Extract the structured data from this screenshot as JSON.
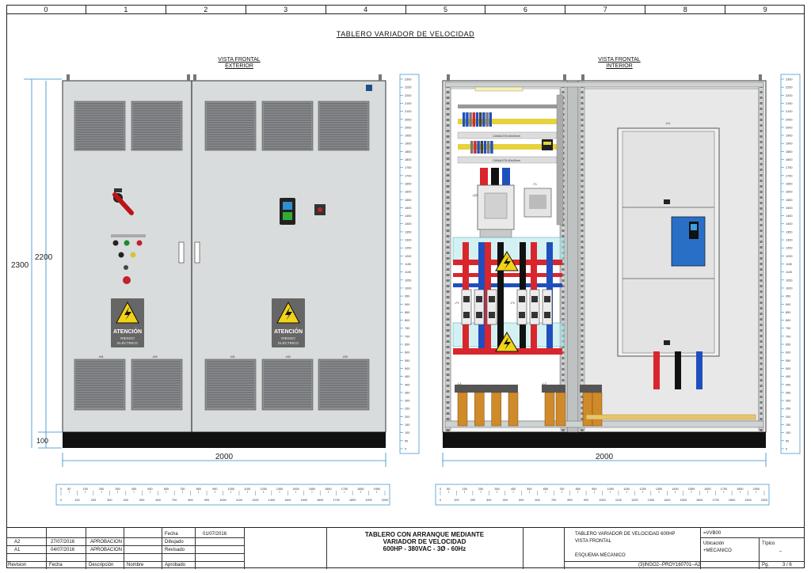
{
  "sheet": {
    "columns": [
      "0",
      "1",
      "2",
      "3",
      "4",
      "5",
      "6",
      "7",
      "8",
      "9"
    ],
    "main_title": "TABLERO  VARIADOR  DE  VELOCIDAD",
    "left_view": {
      "line1": "VISTA  FRONTAL",
      "line2": "EXTERIOR"
    },
    "right_view": {
      "line1": "VISTA  FRONTAL",
      "line2": "INTERIOR"
    }
  },
  "dimensions": {
    "overall_height": "2300",
    "body_height": "2200",
    "plinth_height": "100",
    "width_left": "2000",
    "width_right": "2000",
    "vscale_labels": [
      "0",
      "50",
      "100",
      "150",
      "200",
      "250",
      "300",
      "350",
      "400",
      "450",
      "500",
      "550",
      "600",
      "650",
      "700",
      "750",
      "800",
      "850",
      "900",
      "950",
      "1000",
      "1050",
      "1100",
      "1150",
      "1200",
      "1250",
      "1300",
      "1350",
      "1400",
      "1450",
      "1500",
      "1550",
      "1600",
      "1650",
      "1700",
      "1750",
      "1800",
      "1850",
      "1900",
      "1950",
      "2000",
      "2050",
      "2100",
      "2150",
      "2200",
      "2250",
      "2300"
    ],
    "hscale_top": [
      "0",
      "50",
      "150",
      "250",
      "350",
      "450",
      "550",
      "650",
      "750",
      "850",
      "950",
      "1050",
      "1150",
      "1250",
      "1350",
      "1450",
      "1550",
      "1650",
      "1750",
      "1850",
      "1950"
    ],
    "hscale_bottom": [
      "100",
      "200",
      "300",
      "400",
      "500",
      "600",
      "700",
      "800",
      "900",
      "1000",
      "1100",
      "1200",
      "1300",
      "1400",
      "1500",
      "1600",
      "1700",
      "1800",
      "1900",
      "2000"
    ]
  },
  "exterior": {
    "warning_line1": "ATENCIÓN",
    "warning_line2": "RIESGO",
    "warning_line3": "ELÉCTRICO",
    "grille_tags": [
      "-M1",
      "-M2",
      "-M1",
      "-M2",
      "-M3"
    ]
  },
  "interior": {
    "channel_label": "CANALETA  60x40mm",
    "tags": {
      "breaker": "-Q0",
      "transformer": "-T1",
      "vfd": "-U1",
      "fuses_left": "-F1",
      "fuses_right": "-F2",
      "reactor_left": "-L1",
      "reactor_right": "-L2"
    }
  },
  "titleblock": {
    "rev_rows": [
      {
        "rev": "A2",
        "date": "27/07/2016",
        "desc": "APROBACION"
      },
      {
        "rev": "A1",
        "date": "04/07/2016",
        "desc": "APROBACION"
      }
    ],
    "headers": {
      "rev": "Revision",
      "date": "Fecha",
      "desc": "Descripción",
      "name": "Nombre"
    },
    "labels": {
      "fecha": "Fecha",
      "dibujado": "Dibujado",
      "revisado": "Revisado",
      "aprobado": "Aprobado"
    },
    "fecha_value": "01/07/2016",
    "center_title": [
      "TABLERO CON ARRANQUE MEDIANTE",
      "VARIADOR DE VELOCIDAD",
      "600HP  -  380VAC - 3Ø  - 60Hz"
    ],
    "desc_lines": [
      "TABLERO  VARIADOR  DE  VELOCIDAD  600HP",
      "VISTA  FRONTAL",
      "",
      "ESQUEMA  MECÁNICO"
    ],
    "doc_code": "(3)INGO2--PROY160701--A2",
    "right": {
      "code": "=VVB00",
      "ubicacion_label": "Ubicación",
      "ubicacion_value": "+MECANICO",
      "tipico_label": "Típico",
      "tipico_value": "–",
      "pg_label": "Pg.",
      "pg_value": "3  /  6"
    }
  }
}
